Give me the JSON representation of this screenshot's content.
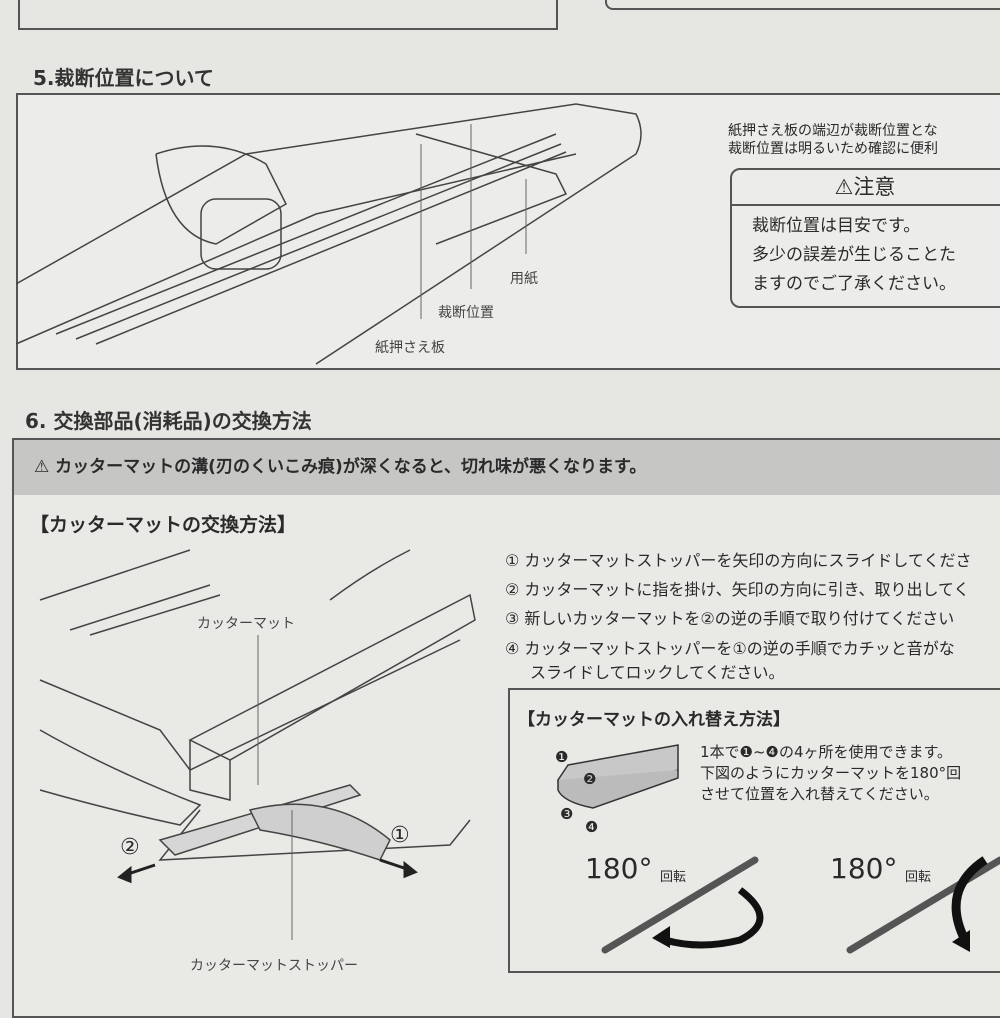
{
  "section5": {
    "heading": "5.裁断位置について",
    "description": [
      "紙押さえ板の端辺が裁断位置とな",
      "裁断位置は明るいため確認に便利"
    ],
    "caution": {
      "title": "注意",
      "lines": [
        "裁断位置は目安です。",
        "多少の誤差が生じることた",
        "ますのでご了承ください。"
      ]
    },
    "labels": {
      "paper": "用紙",
      "cut_position": "裁断位置",
      "paper_holder": "紙押さえ板"
    }
  },
  "section6": {
    "heading": "6. 交換部品(消耗品)の交換方法",
    "warning": "カッターマットの溝(刃のくいこみ痕)が深くなると、切れ味が悪くなります。",
    "subheading": "【カッターマットの交換方法】",
    "steps": [
      "① カッターマットストッパーを矢印の方向にスライドしてくださ",
      "② カッターマットに指を掛け、矢印の方向に引き、取り出してく",
      "③ 新しいカッターマットを②の逆の手順で取り付けてください",
      "④ カッターマットストッパーを①の逆の手順でカチッと音がな",
      "スライドしてロックしてください。"
    ],
    "labels": {
      "cutter_mat": "カッターマット",
      "stopper": "カッターマットストッパー",
      "arrow1": "①",
      "arrow2": "②"
    },
    "swap": {
      "title": "【カッターマットの入れ替え方法】",
      "lines": [
        "1本で❶~❹の4ヶ所を使用できます。",
        "下図のようにカッターマットを180°回",
        "させて位置を入れ替えてください。"
      ],
      "markers": [
        "❶",
        "❷",
        "❸",
        "❹"
      ],
      "rotate1": "180°",
      "rotate1_label": "回転",
      "rotate2": "180°",
      "rotate2_label": "回転"
    }
  }
}
